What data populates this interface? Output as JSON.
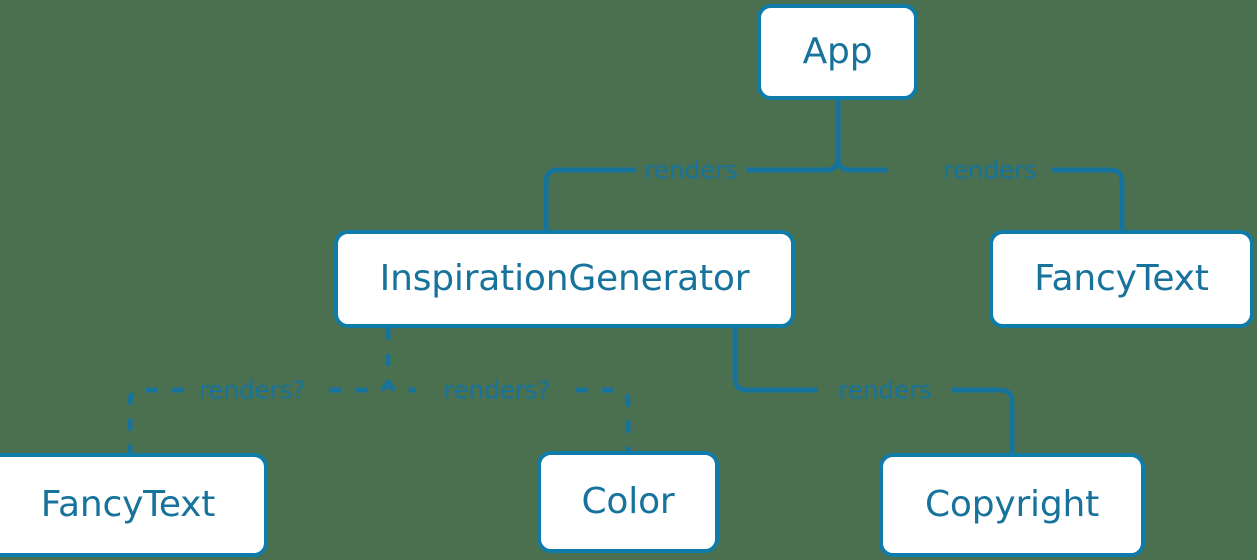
{
  "diagram": {
    "title": "React component render tree",
    "type": "component-tree",
    "background_color": "#4a7050",
    "accent_color": "#17739b",
    "node_fill_color": "#ffffff",
    "node_border_color": "#0f7ba8",
    "nodes": [
      {
        "id": "app",
        "label": "App",
        "level": 0
      },
      {
        "id": "inspiration",
        "label": "InspirationGenerator",
        "level": 1
      },
      {
        "id": "fancytext-right",
        "label": "FancyText",
        "level": 1
      },
      {
        "id": "fancytext-bottom",
        "label": "FancyText",
        "level": 2
      },
      {
        "id": "color",
        "label": "Color",
        "level": 2
      },
      {
        "id": "copyright",
        "label": "Copyright",
        "level": 2
      }
    ],
    "edges": [
      {
        "id": "app-inspiration",
        "from": "app",
        "to": "inspiration",
        "label": "renders",
        "style": "solid"
      },
      {
        "id": "app-fancytext-right",
        "from": "app",
        "to": "fancytext-right",
        "label": "renders",
        "style": "solid"
      },
      {
        "id": "inspiration-fancytext-bottom",
        "from": "inspiration",
        "to": "fancytext-bottom",
        "label": "renders?",
        "style": "dashed"
      },
      {
        "id": "inspiration-color",
        "from": "inspiration",
        "to": "color",
        "label": "renders?",
        "style": "dashed"
      },
      {
        "id": "inspiration-copyright",
        "from": "inspiration",
        "to": "copyright",
        "label": "renders",
        "style": "solid"
      }
    ]
  }
}
